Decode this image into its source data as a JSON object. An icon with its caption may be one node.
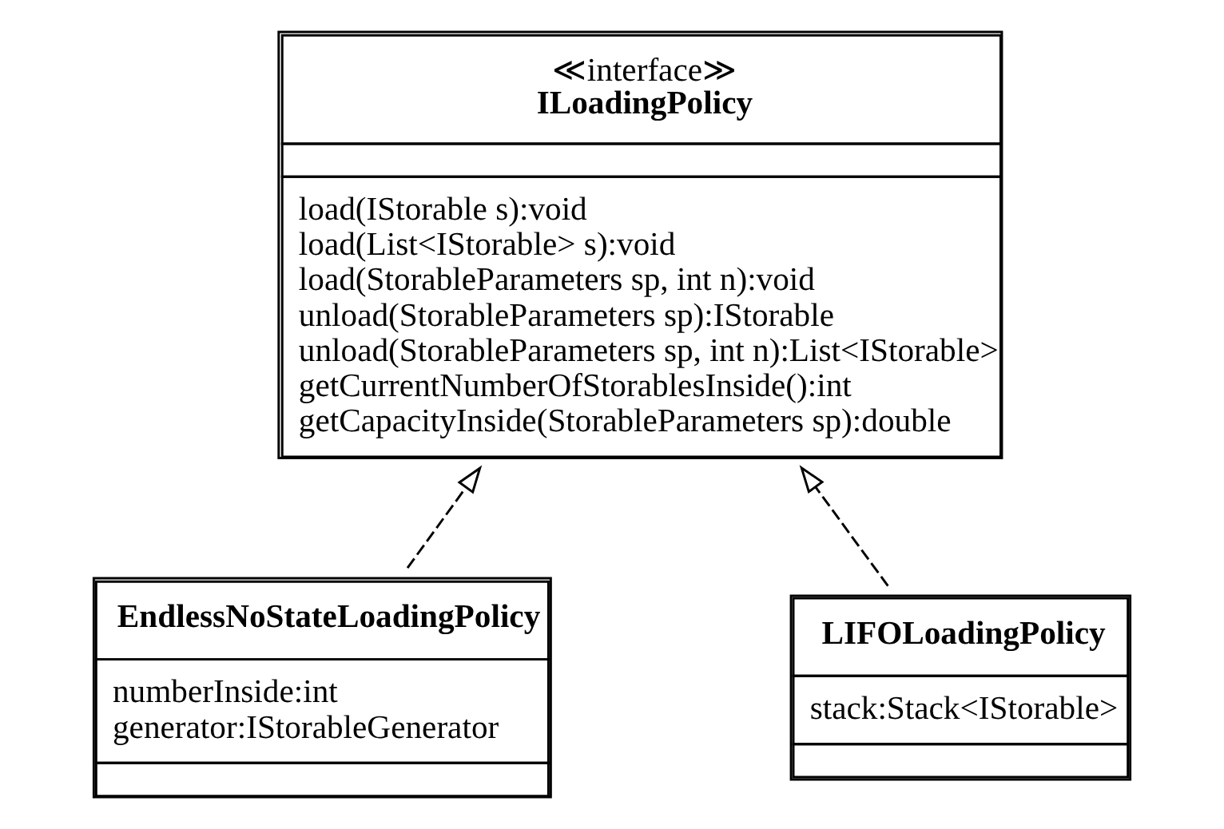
{
  "diagram": {
    "nodes": [
      {
        "text": [
          "≪interface≫",
          "ILoadingPolicy",
          "load(IStorable s):void",
          "load(List<IStorable> s):void",
          "load(StorableParameters sp, int n):void",
          "unload(StorableParameters sp):IStorable",
          "unload(StorableParameters sp, int n):List<IStorable>",
          "getCurrentNumberOfStorablesInside():int",
          "getCapacityInside(StorableParameters sp):double"
        ]
      },
      {
        "text": [
          "EndlessNoStateLoadingPolicy",
          "numberInside:int",
          "generator:IStorableGenerator"
        ]
      },
      {
        "text": [
          "LIFOLoadingPolicy",
          "stack:Stack<IStorable>"
        ]
      }
    ],
    "edges": [
      {
        "from": 1,
        "to": 0,
        "arrow": "to",
        "style": "dashed"
      },
      {
        "from": 2,
        "to": 0,
        "arrow": "to",
        "style": "dashed"
      }
    ]
  }
}
